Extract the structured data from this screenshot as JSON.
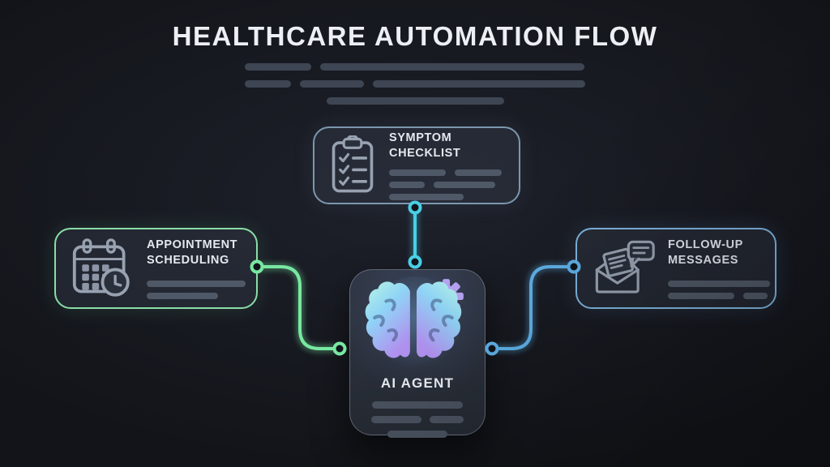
{
  "page": {
    "title": "HEALTHCARE AUTOMATION FLOW"
  },
  "cards": {
    "symptom": {
      "label": "SYMPTOM CHECKLIST",
      "icon": "clipboard-checklist-icon",
      "accent": "#7c97ad"
    },
    "appointment": {
      "label": "APPOINTMENT SCHEDULING",
      "icon": "calendar-clock-icon",
      "accent": "#8adda6"
    },
    "followup": {
      "label": "FOLLOW-UP MESSAGES",
      "icon": "envelope-message-icon",
      "accent": "#7fb5de"
    },
    "agent": {
      "label": "AI AGENT",
      "icon": "brain-gear-icon",
      "accent": "#9e8df2"
    }
  },
  "connectors": {
    "symptom_to_agent": {
      "color": "#49cfe6"
    },
    "appointment_to_agent": {
      "color": "#78e8a1"
    },
    "followup_to_agent": {
      "color": "#5fb1e8"
    }
  },
  "colors": {
    "background": "#171920",
    "text": "#eceff3"
  }
}
